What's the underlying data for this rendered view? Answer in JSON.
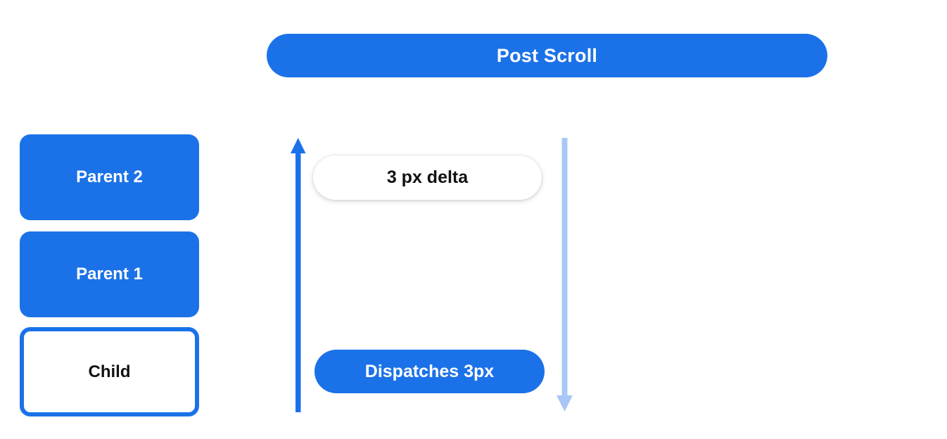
{
  "diagram": {
    "title": "Post Scroll",
    "header": {
      "label": "Post Scroll",
      "color": "#1b72e8",
      "text_color": "#ffffff"
    },
    "boxes": [
      {
        "label": "Parent 2",
        "style": "filled",
        "fill": "#1b72e8",
        "text_color": "#ffffff"
      },
      {
        "label": "Parent 1",
        "style": "filled",
        "fill": "#1b72e8",
        "text_color": "#ffffff"
      },
      {
        "label": "Child",
        "style": "outlined",
        "fill": "#ffffff",
        "border_color": "#1b72e8",
        "text_color": "#111111"
      }
    ],
    "arrows": [
      {
        "name": "scroll-up-arrow",
        "direction": "up",
        "color": "#1b72e8",
        "semantic": "scroll-travel"
      },
      {
        "name": "dispatch-down-arrow",
        "direction": "down",
        "color": "#a8c7f5",
        "semantic": "dispatch-travel"
      }
    ],
    "annotations": [
      {
        "name": "delta-pill",
        "label": "3 px delta",
        "style": "white-shadow-pill",
        "fill": "#ffffff",
        "text_color": "#111111"
      },
      {
        "name": "dispatch-pill",
        "label": "Dispatches 3px",
        "style": "filled-pill",
        "fill": "#1b72e8",
        "text_color": "#ffffff"
      }
    ],
    "colors": {
      "accent_blue": "#1b72e8",
      "light_blue": "#a8c7f5",
      "background": "#ffffff",
      "text_dark": "#111111"
    }
  }
}
